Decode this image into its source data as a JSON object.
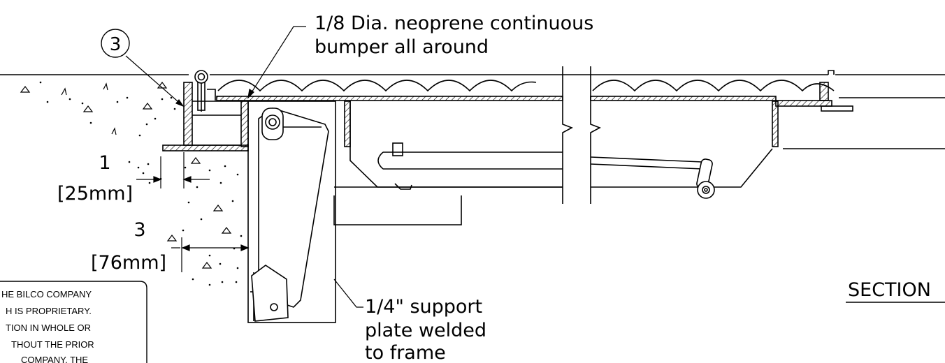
{
  "callout_balloon": "3",
  "labels": {
    "bumper_line1": "1/8 Dia. neoprene continuous",
    "bumper_line2": "bumper all around",
    "plate_line1": "1/4\" support",
    "plate_line2": "plate welded",
    "plate_line3": "to frame",
    "section_title": "SECTION"
  },
  "dimensions": {
    "dim1_value": "1",
    "dim1_metric": "[25mm]",
    "dim2_value": "3",
    "dim2_metric": "[76mm]"
  },
  "proprietary_note": [
    "HE BILCO  COMPANY",
    "H IS PROPRIETARY.",
    "TION IN WHOLE OR",
    "THOUT THE PRIOR",
    "COMPANY.   THE"
  ]
}
